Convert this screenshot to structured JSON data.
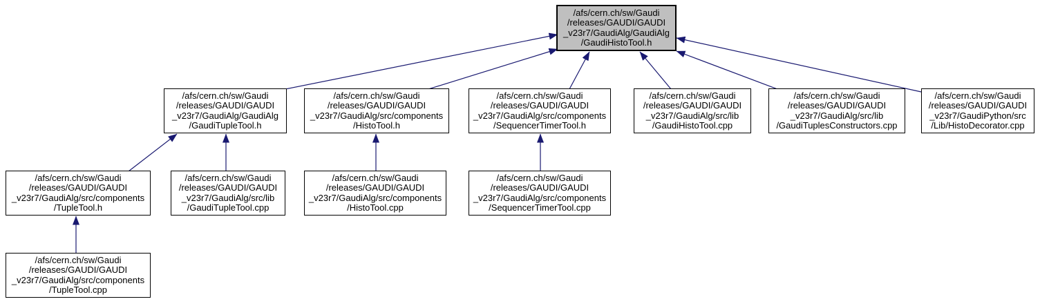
{
  "diagram": {
    "type": "include-dependency-graph",
    "edge_color": "#191970",
    "root_fill": "#bfbfbf",
    "node_fill": "#ffffff",
    "border_color": "#000000"
  },
  "nodes": [
    {
      "id": "gaudihistotool-h",
      "is_root": true,
      "label": "/afs/cern.ch/sw/Gaudi\n/releases/GAUDI/GAUDI\n_v23r7/GaudiAlg/GaudiAlg\n/GaudiHistoTool.h"
    },
    {
      "id": "gauditupletool-h",
      "is_root": false,
      "label": "/afs/cern.ch/sw/Gaudi\n/releases/GAUDI/GAUDI\n_v23r7/GaudiAlg/GaudiAlg\n/GaudiTupleTool.h"
    },
    {
      "id": "histotool-h",
      "is_root": false,
      "label": "/afs/cern.ch/sw/Gaudi\n/releases/GAUDI/GAUDI\n_v23r7/GaudiAlg/src/components\n/HistoTool.h"
    },
    {
      "id": "sequencertimertool-h",
      "is_root": false,
      "label": "/afs/cern.ch/sw/Gaudi\n/releases/GAUDI/GAUDI\n_v23r7/GaudiAlg/src/components\n/SequencerTimerTool.h"
    },
    {
      "id": "gaudihistotool-cpp",
      "is_root": false,
      "label": "/afs/cern.ch/sw/Gaudi\n/releases/GAUDI/GAUDI\n_v23r7/GaudiAlg/src/lib\n/GaudiHistoTool.cpp"
    },
    {
      "id": "gaudituplesconstructors-cpp",
      "is_root": false,
      "label": "/afs/cern.ch/sw/Gaudi\n/releases/GAUDI/GAUDI\n_v23r7/GaudiAlg/src/lib\n/GaudiTuplesConstructors.cpp"
    },
    {
      "id": "histodecorator-cpp",
      "is_root": false,
      "label": "/afs/cern.ch/sw/Gaudi\n/releases/GAUDI/GAUDI\n_v23r7/GaudiPython/src\n/Lib/HistoDecorator.cpp"
    },
    {
      "id": "tupletool-h",
      "is_root": false,
      "label": "/afs/cern.ch/sw/Gaudi\n/releases/GAUDI/GAUDI\n_v23r7/GaudiAlg/src/components\n/TupleTool.h"
    },
    {
      "id": "gauditupletool-cpp",
      "is_root": false,
      "label": "/afs/cern.ch/sw/Gaudi\n/releases/GAUDI/GAUDI\n_v23r7/GaudiAlg/src/lib\n/GaudiTupleTool.cpp"
    },
    {
      "id": "histotool-cpp",
      "is_root": false,
      "label": "/afs/cern.ch/sw/Gaudi\n/releases/GAUDI/GAUDI\n_v23r7/GaudiAlg/src/components\n/HistoTool.cpp"
    },
    {
      "id": "sequencertimertool-cpp",
      "is_root": false,
      "label": "/afs/cern.ch/sw/Gaudi\n/releases/GAUDI/GAUDI\n_v23r7/GaudiAlg/src/components\n/SequencerTimerTool.cpp"
    },
    {
      "id": "tupletool-cpp",
      "is_root": false,
      "label": "/afs/cern.ch/sw/Gaudi\n/releases/GAUDI/GAUDI\n_v23r7/GaudiAlg/src/components\n/TupleTool.cpp"
    }
  ],
  "edges": [
    {
      "from": "gauditupletool-h",
      "to": "gaudihistotool-h"
    },
    {
      "from": "histotool-h",
      "to": "gaudihistotool-h"
    },
    {
      "from": "sequencertimertool-h",
      "to": "gaudihistotool-h"
    },
    {
      "from": "gaudihistotool-cpp",
      "to": "gaudihistotool-h"
    },
    {
      "from": "gaudituplesconstructors-cpp",
      "to": "gaudihistotool-h"
    },
    {
      "from": "histodecorator-cpp",
      "to": "gaudihistotool-h"
    },
    {
      "from": "tupletool-h",
      "to": "gauditupletool-h"
    },
    {
      "from": "gauditupletool-cpp",
      "to": "gauditupletool-h"
    },
    {
      "from": "histotool-cpp",
      "to": "histotool-h"
    },
    {
      "from": "sequencertimertool-cpp",
      "to": "sequencertimertool-h"
    },
    {
      "from": "tupletool-cpp",
      "to": "tupletool-h"
    }
  ]
}
